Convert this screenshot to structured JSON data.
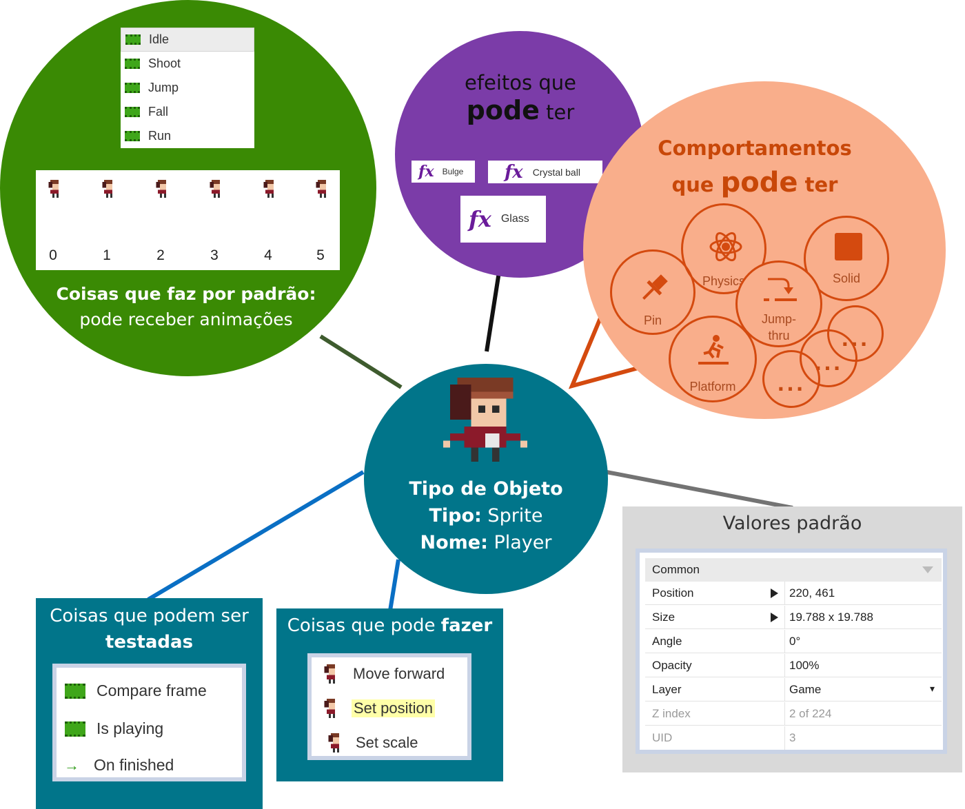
{
  "animations": {
    "items": [
      {
        "label": "Idle",
        "selected": true
      },
      {
        "label": "Shoot",
        "selected": false
      },
      {
        "label": "Jump",
        "selected": false
      },
      {
        "label": "Fall",
        "selected": false
      },
      {
        "label": "Run",
        "selected": false
      }
    ],
    "frames": [
      "0",
      "1",
      "2",
      "3",
      "4",
      "5"
    ]
  },
  "green_caption": {
    "bold": "Coisas que faz por padrão:",
    "normal": "pode receber animações"
  },
  "effects": {
    "title_line1": "efeitos que",
    "title_big": "pode",
    "title_rest": " ter",
    "items": [
      {
        "icon": "fx",
        "label": "Bulge"
      },
      {
        "icon": "fx",
        "label": "Crystal ball"
      },
      {
        "icon": "fx",
        "label": "Glass"
      }
    ]
  },
  "behaviors": {
    "title_line1": "Comportamentos",
    "title_pre": "que ",
    "title_big": "pode",
    "title_rest": " ter",
    "items": {
      "pin": "Pin",
      "physics": "Physics",
      "solid": "Solid",
      "jumpthru_1": "Jump-",
      "jumpthru_2": "thru",
      "platform": "Platform",
      "more_1": "...",
      "more_2": "...",
      "more_3": "..."
    }
  },
  "object": {
    "heading": "Tipo de Objeto",
    "type_label": "Tipo:",
    "type_value": " Sprite",
    "name_label": "Nome:",
    "name_value": " Player"
  },
  "conditions": {
    "title_line1": "Coisas que podem ser",
    "title_bold": "testadas",
    "items": [
      "Compare frame",
      "Is playing",
      "On finished"
    ]
  },
  "actions": {
    "title_normal": "Coisas que pode ",
    "title_bold": "fazer",
    "items": [
      "Move forward",
      "Set position",
      "Set scale"
    ]
  },
  "defaults": {
    "title": "Valores padrão",
    "section": "Common",
    "rows": [
      {
        "key": "Position",
        "value": "220, 461"
      },
      {
        "key": "Size",
        "value": "19.788 x 19.788"
      },
      {
        "key": "Angle",
        "value": "0°"
      },
      {
        "key": "Opacity",
        "value": "100%"
      },
      {
        "key": "Layer",
        "value": "Game",
        "dropdown": "▾"
      },
      {
        "key": "Z index",
        "value": "2 of 224"
      },
      {
        "key": "UID",
        "value": "3"
      }
    ]
  },
  "colors": {
    "green": "#3a8a04",
    "purple": "#7b3ca8",
    "orange_fill": "#f9ae8b",
    "orange_accent": "#d44a0f",
    "teal": "#01758a",
    "connector_blue": "#0a6fc4"
  }
}
